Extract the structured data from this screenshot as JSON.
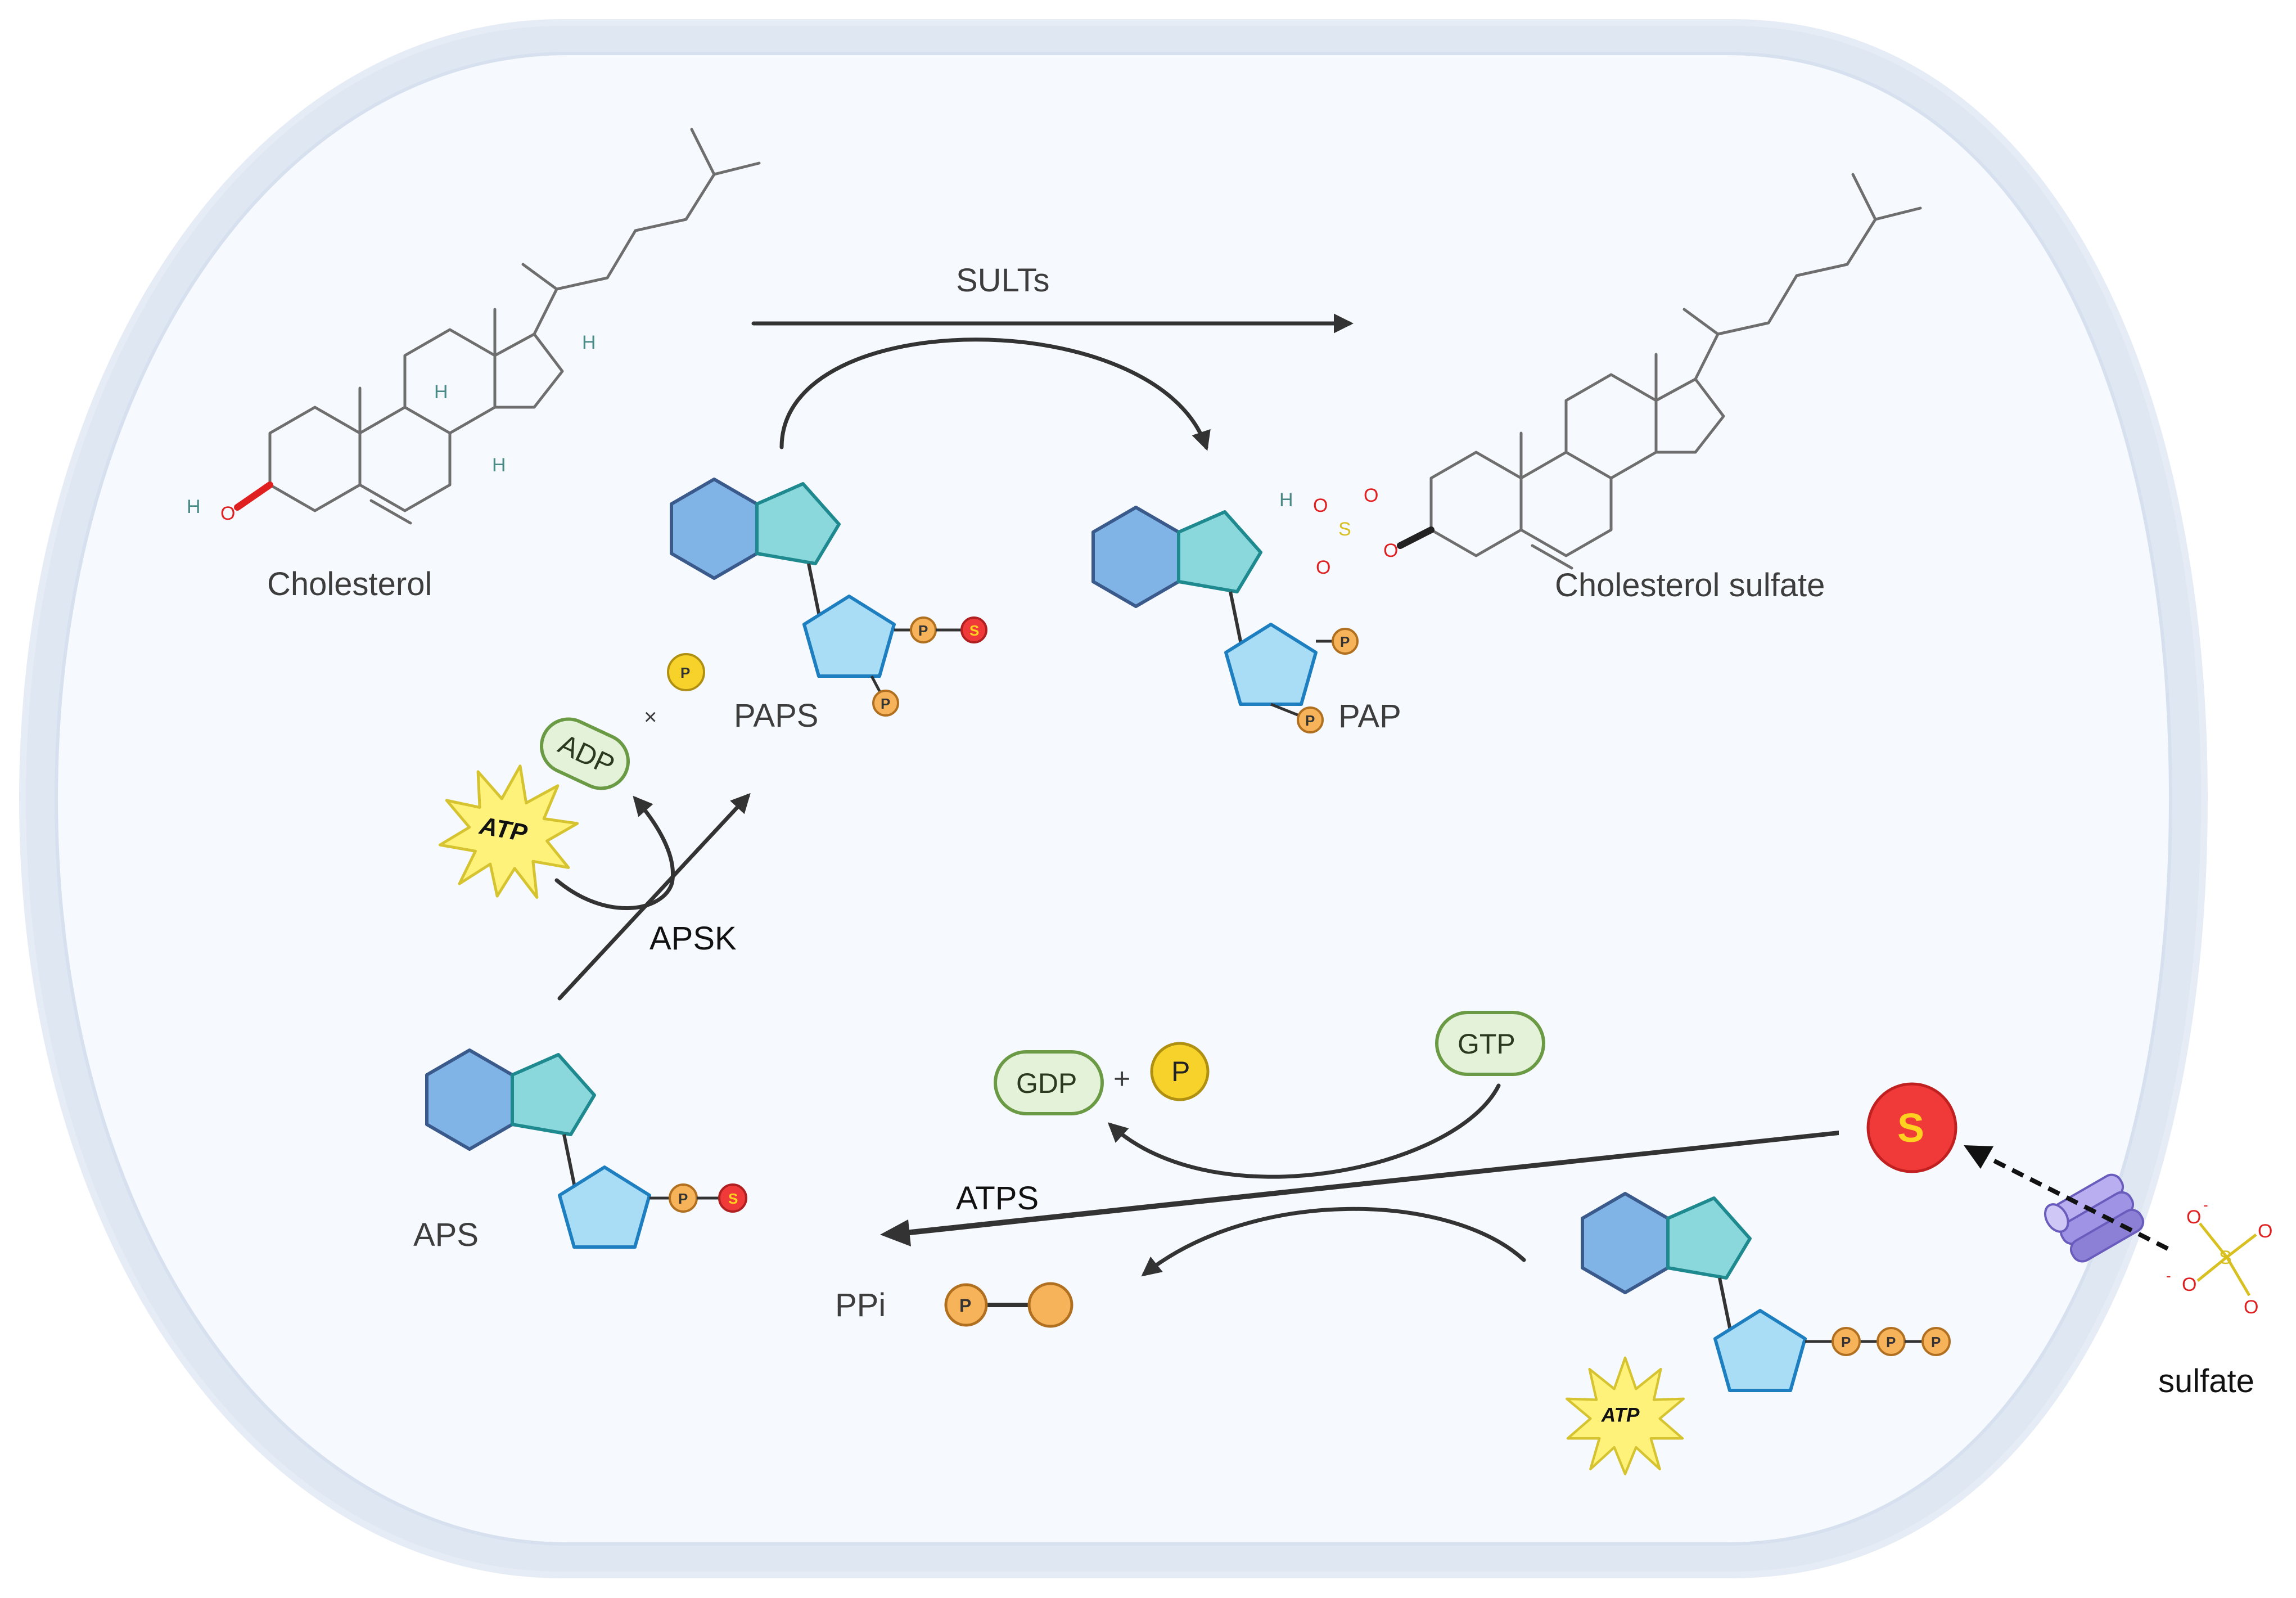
{
  "labels": {
    "cholesterol": "Cholesterol",
    "cholesterol_sulfate": "Cholesterol sulfate",
    "sults": "SULTs",
    "paps": "PAPS",
    "pap": "PAP",
    "apsk": "APSK",
    "aps": "APS",
    "atps": "ATPS",
    "ppi": "PPi",
    "sulfate": "sulfate",
    "times": "×",
    "plus": "+"
  },
  "pills": {
    "adp": "ADP",
    "gdp": "GDP",
    "gtp": "GTP"
  },
  "bursts": {
    "atp_left": "ATP",
    "atp_right": "ATP"
  },
  "atoms": {
    "p": "P",
    "s": "S",
    "h": "H",
    "o": "O",
    "o_minus": "-"
  },
  "colors": {
    "cell_fill": "#f6f9fd",
    "cell_border": "#dfe7f2",
    "hexagon": "#80b4e6",
    "hexagon_stroke": "#3a5a8c",
    "pentagon_teal": "#8bd8dc",
    "pentagon_teal_stroke": "#1e8a8f",
    "ribose": "#a9dcf5",
    "ribose_stroke": "#1e7fc0",
    "phosphate": "#f7b35a",
    "phosphate_stroke": "#b07020",
    "sulfur": "#f03a3a",
    "sulfur_text": "#ffd21f",
    "pill_fill": "#e5f2da",
    "pill_stroke": "#6b9a45",
    "burst": "#fff27a",
    "pi_yellow": "#f7d22a",
    "transporter": "#8c7fd6"
  }
}
